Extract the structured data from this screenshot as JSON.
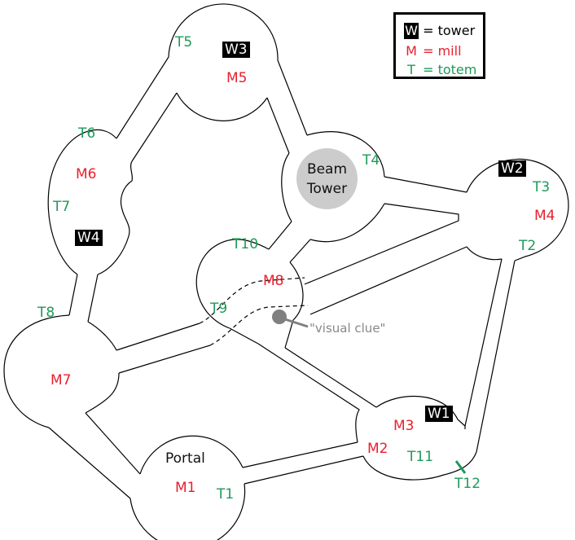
{
  "legend": {
    "items": [
      {
        "key": "W",
        "eq": "=",
        "meaning": "tower",
        "color": "#000000"
      },
      {
        "key": "M",
        "eq": "=",
        "meaning": "mill",
        "color": "#e8202e"
      },
      {
        "key": "T",
        "eq": "=",
        "meaning": "totem",
        "color": "#1e9a5a"
      }
    ]
  },
  "landmarks": {
    "beam_tower": {
      "line1": "Beam",
      "line2": "Tower"
    },
    "portal": "Portal",
    "visual_clue": "\"visual clue\""
  },
  "towers": [
    "W1",
    "W2",
    "W3",
    "W4"
  ],
  "mills": [
    "M1",
    "M2",
    "M3",
    "M4",
    "M5",
    "M6",
    "M7",
    "M8"
  ],
  "totems": [
    "T1",
    "T2",
    "T3",
    "T4",
    "T5",
    "T6",
    "T7",
    "T8",
    "T9",
    "T10",
    "T11",
    "T12"
  ],
  "colors": {
    "tower_bg": "#000000",
    "mill": "#e8202e",
    "totem": "#1e9a5a",
    "beam_tower_fill": "#cccccc",
    "clue": "#888888"
  }
}
